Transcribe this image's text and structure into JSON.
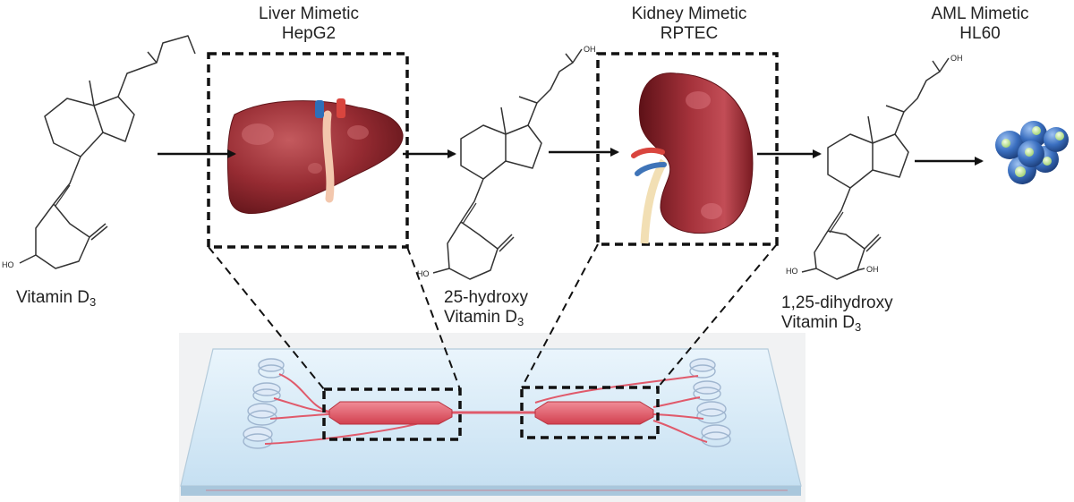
{
  "organs": [
    {
      "title": "Liver Mimetic",
      "cell_line": "HepG2"
    },
    {
      "title": "Kidney Mimetic",
      "cell_line": "RPTEC"
    },
    {
      "title": "AML Mimetic",
      "cell_line": "HL60"
    }
  ],
  "compounds": [
    {
      "line1": "",
      "line2": "Vitamin D",
      "subscript": "3"
    },
    {
      "line1": "25-hydroxy",
      "line2": "Vitamin D",
      "subscript": "3"
    },
    {
      "line1": "1,25-dihydroxy",
      "line2": "Vitamin D",
      "subscript": "3"
    }
  ],
  "molecule_labels": {
    "ho": "HO",
    "oh": "OH"
  },
  "colors": {
    "organ": "#8f1f28",
    "channel": "#e0596a",
    "chip": "#d3e8f5",
    "cells": "#3a6fc0"
  }
}
